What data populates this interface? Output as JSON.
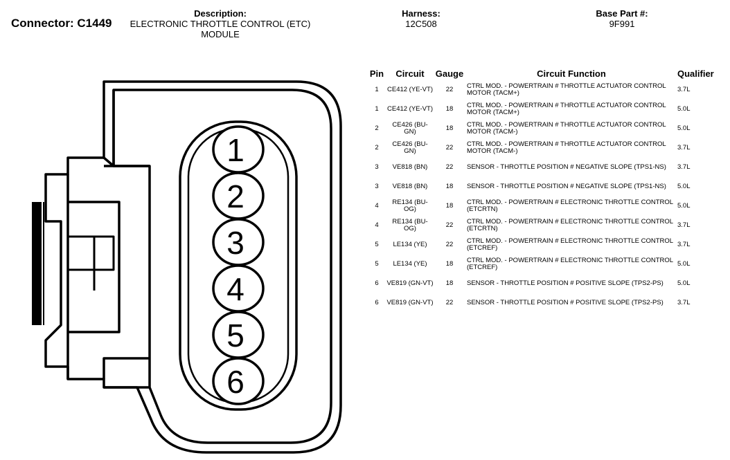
{
  "connector": {
    "label": "Connector:",
    "id": "C1449"
  },
  "description": {
    "label": "Description:",
    "value": "ELECTRONIC THROTTLE CONTROL (ETC) MODULE"
  },
  "harness": {
    "label": "Harness:",
    "value": "12C508"
  },
  "base_part": {
    "label": "Base Part #:",
    "value": "9F991"
  },
  "diagram": {
    "pins": [
      "1",
      "2",
      "3",
      "4",
      "5",
      "6"
    ]
  },
  "table": {
    "headers": {
      "pin": "Pin",
      "circuit": "Circuit",
      "gauge": "Gauge",
      "function": "Circuit Function",
      "qualifier": "Qualifier"
    },
    "rows": [
      {
        "pin": "1",
        "circuit": "CE412 (YE-VT)",
        "gauge": "22",
        "function": "CTRL MOD. - POWERTRAIN # THROTTLE ACTUATOR CONTROL MOTOR (TACM+)",
        "qualifier": "3.7L"
      },
      {
        "pin": "1",
        "circuit": "CE412 (YE-VT)",
        "gauge": "18",
        "function": "CTRL MOD. - POWERTRAIN # THROTTLE ACTUATOR CONTROL MOTOR (TACM+)",
        "qualifier": "5.0L"
      },
      {
        "pin": "2",
        "circuit": "CE426 (BU-GN)",
        "gauge": "18",
        "function": "CTRL MOD. - POWERTRAIN # THROTTLE ACTUATOR CONTROL MOTOR (TACM-)",
        "qualifier": "5.0L"
      },
      {
        "pin": "2",
        "circuit": "CE426 (BU-GN)",
        "gauge": "22",
        "function": "CTRL MOD. - POWERTRAIN # THROTTLE ACTUATOR CONTROL MOTOR (TACM-)",
        "qualifier": "3.7L"
      },
      {
        "pin": "3",
        "circuit": "VE818 (BN)",
        "gauge": "22",
        "function": "SENSOR - THROTTLE POSITION # NEGATIVE SLOPE (TPS1-NS)",
        "qualifier": "3.7L"
      },
      {
        "pin": "3",
        "circuit": "VE818 (BN)",
        "gauge": "18",
        "function": "SENSOR - THROTTLE POSITION # NEGATIVE SLOPE (TPS1-NS)",
        "qualifier": "5.0L"
      },
      {
        "pin": "4",
        "circuit": "RE134 (BU-OG)",
        "gauge": "18",
        "function": "CTRL MOD. - POWERTRAIN # ELECTRONIC THROTTLE CONTROL (ETCRTN)",
        "qualifier": "5.0L"
      },
      {
        "pin": "4",
        "circuit": "RE134 (BU-OG)",
        "gauge": "22",
        "function": "CTRL MOD. - POWERTRAIN # ELECTRONIC THROTTLE CONTROL (ETCRTN)",
        "qualifier": "3.7L"
      },
      {
        "pin": "5",
        "circuit": "LE134 (YE)",
        "gauge": "22",
        "function": "CTRL MOD. - POWERTRAIN # ELECTRONIC THROTTLE CONTROL (ETCREF)",
        "qualifier": "3.7L"
      },
      {
        "pin": "5",
        "circuit": "LE134 (YE)",
        "gauge": "18",
        "function": "CTRL MOD. - POWERTRAIN # ELECTRONIC THROTTLE CONTROL (ETCREF)",
        "qualifier": "5.0L"
      },
      {
        "pin": "6",
        "circuit": "VE819 (GN-VT)",
        "gauge": "18",
        "function": "SENSOR - THROTTLE POSITION # POSITIVE SLOPE (TPS2-PS)",
        "qualifier": "5.0L"
      },
      {
        "pin": "6",
        "circuit": "VE819 (GN-VT)",
        "gauge": "22",
        "function": "SENSOR - THROTTLE POSITION # POSITIVE SLOPE (TPS2-PS)",
        "qualifier": "3.7L"
      }
    ]
  }
}
